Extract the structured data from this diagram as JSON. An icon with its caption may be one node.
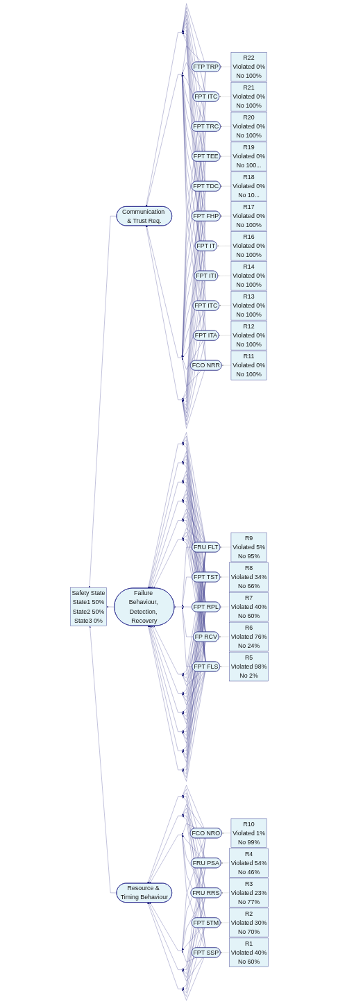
{
  "diagram": {
    "nodes": [
      {
        "text": [
          "Safety State",
          "State1 50%",
          "State2 50%",
          "State3 0%"
        ]
      },
      {
        "text": [
          "Communication & Trust Req."
        ]
      },
      {
        "text": [
          "Failure Behaviour, Detection, Recovery"
        ]
      },
      {
        "text": [
          "Resource & Timing Behaviour"
        ]
      },
      {
        "text": [],
        "shape": "circle"
      },
      {
        "text": [],
        "shape": "circle"
      },
      {
        "text": [],
        "shape": "circle"
      },
      {
        "text": [],
        "shape": "circle"
      },
      {
        "text": [],
        "shape": "circle"
      },
      {
        "text": [],
        "shape": "circle"
      },
      {
        "text": [],
        "shape": "circle"
      },
      {
        "text": [],
        "shape": "circle"
      },
      {
        "text": [],
        "shape": "circle"
      },
      {
        "text": [],
        "shape": "circle"
      },
      {
        "text": [],
        "shape": "circle"
      },
      {
        "text": [],
        "shape": "circle"
      },
      {
        "text": [],
        "shape": "circle"
      },
      {
        "text": [],
        "shape": "circle"
      },
      {
        "text": [],
        "shape": "circle"
      },
      {
        "text": [],
        "shape": "circle"
      },
      {
        "text": [],
        "shape": "circle"
      },
      {
        "text": [],
        "shape": "circle"
      },
      {
        "text": [],
        "shape": "circle"
      },
      {
        "text": [],
        "shape": "circle"
      },
      {
        "text": [],
        "shape": "circle"
      },
      {
        "text": [],
        "shape": "circle"
      },
      {
        "text": [],
        "shape": "circle"
      },
      {
        "text": [
          "FTP TRP"
        ]
      },
      {
        "text": [
          "FPT ITC"
        ]
      },
      {
        "text": [
          "FPT TRC"
        ]
      },
      {
        "text": [
          "FPT TEE"
        ]
      },
      {
        "text": [
          "FPT TDC"
        ]
      },
      {
        "text": [
          "FPT FHP"
        ]
      },
      {
        "text": [
          "FPT IT"
        ]
      },
      {
        "text": [
          "FPT ITI"
        ]
      },
      {
        "text": [
          "FPT ITC"
        ]
      },
      {
        "text": [
          "FPT ITA"
        ]
      },
      {
        "text": [
          "FCO NRR"
        ]
      },
      {
        "text": [
          "FCO NRO"
        ]
      },
      {
        "text": [
          "FRU FLT"
        ]
      },
      {
        "text": [
          "FPT TST"
        ]
      },
      {
        "text": [
          "FPT RPL"
        ]
      },
      {
        "text": [
          "FP RCV"
        ]
      },
      {
        "text": [
          "FPT FLS"
        ]
      },
      {
        "text": [
          "FRU PSA"
        ]
      },
      {
        "text": [
          "FRU RRS"
        ]
      },
      {
        "text": [
          "FPT 5TM"
        ]
      },
      {
        "text": [
          "FPT SSP"
        ]
      },
      {
        "text": [
          "R22",
          "Violated 0%",
          "No 100%"
        ]
      },
      {
        "text": [
          "R21",
          "Violated 0%",
          "No 100%"
        ]
      },
      {
        "text": [
          "R20",
          "Violated 0%",
          "No 100%"
        ]
      },
      {
        "text": [
          "R19",
          "Violated 0%",
          "No 100..."
        ]
      },
      {
        "text": [
          "R18",
          "Violated 0%",
          "No 10..."
        ]
      },
      {
        "text": [
          "R17",
          "Violated 0%",
          "No 100%"
        ]
      },
      {
        "text": [
          "R16",
          "Violated 0%",
          "No 100%"
        ]
      },
      {
        "text": [
          "R14",
          "Violated 0%",
          "No 100%"
        ]
      },
      {
        "text": [
          "R13",
          "Violated 0%",
          "No 100%"
        ]
      },
      {
        "text": [
          "R12",
          "Violated 0%",
          "No 100%"
        ]
      },
      {
        "text": [
          "R11",
          "Violated 0%",
          "No 100%"
        ]
      },
      {
        "text": [
          "R10",
          "Violated 1%",
          "No 99%"
        ]
      },
      {
        "text": [
          "R9",
          "Violated 5%",
          "No 95%"
        ]
      },
      {
        "text": [
          "R8",
          "Violated 34%",
          "No 66%"
        ]
      },
      {
        "text": [
          "R7",
          "Violated 40%",
          "No 60%"
        ]
      },
      {
        "text": [
          "R6",
          "Violated 76%",
          "No 24%"
        ]
      },
      {
        "text": [
          "R5",
          "Violated 98%",
          "No 2%"
        ]
      },
      {
        "text": [
          "R4",
          "Violated 54%",
          "No 46%"
        ]
      },
      {
        "text": [
          "R3",
          "Violated 23%",
          "No 77%"
        ]
      },
      {
        "text": [
          "R2",
          "Violated 30%",
          "No 70%"
        ]
      },
      {
        "text": [
          "R1",
          "Violated 40%",
          "No 60%"
        ]
      }
    ],
    "edges": [
      {
        "from": 1,
        "to": 0,
        "arrow": "to"
      },
      {
        "from": 2,
        "to": 0,
        "arrow": "to"
      },
      {
        "from": 3,
        "to": 0,
        "arrow": "to"
      },
      {
        "from": 4,
        "to": 1,
        "arrow": "to"
      },
      {
        "from": 5,
        "to": 1,
        "arrow": "to"
      },
      {
        "from": 6,
        "to": 1,
        "arrow": "to"
      },
      {
        "from": 7,
        "to": 1,
        "arrow": "to"
      },
      {
        "from": 8,
        "to": 2,
        "arrow": "to"
      },
      {
        "from": 9,
        "to": 2,
        "arrow": "to"
      },
      {
        "from": 10,
        "to": 2,
        "arrow": "to"
      },
      {
        "from": 11,
        "to": 2,
        "arrow": "to"
      },
      {
        "from": 12,
        "to": 2,
        "arrow": "to"
      },
      {
        "from": 13,
        "to": 2,
        "arrow": "to"
      },
      {
        "from": 14,
        "to": 2,
        "arrow": "to"
      },
      {
        "from": 15,
        "to": 2,
        "arrow": "to"
      },
      {
        "from": 16,
        "to": 2,
        "arrow": "to"
      },
      {
        "from": 17,
        "to": 2,
        "arrow": "to"
      },
      {
        "from": 18,
        "to": 2,
        "arrow": "to"
      },
      {
        "from": 19,
        "to": 2,
        "arrow": "to"
      },
      {
        "from": 20,
        "to": 2,
        "arrow": "to"
      },
      {
        "from": 21,
        "to": 3,
        "arrow": "to"
      },
      {
        "from": 22,
        "to": 3,
        "arrow": "to"
      },
      {
        "from": 23,
        "to": 3,
        "arrow": "to"
      },
      {
        "from": 24,
        "to": 3,
        "arrow": "to"
      },
      {
        "from": 25,
        "to": 3,
        "arrow": "to"
      },
      {
        "from": 26,
        "to": 3,
        "arrow": "to"
      },
      {
        "from": 27,
        "to": 4,
        "arrow": "to"
      },
      {
        "from": 27,
        "to": 5,
        "arrow": "to"
      },
      {
        "from": 27,
        "to": 6,
        "arrow": "to"
      },
      {
        "from": 27,
        "to": 7,
        "arrow": "to"
      },
      {
        "from": 28,
        "to": 4,
        "arrow": "to"
      },
      {
        "from": 28,
        "to": 5,
        "arrow": "to"
      },
      {
        "from": 28,
        "to": 6,
        "arrow": "to"
      },
      {
        "from": 28,
        "to": 7,
        "arrow": "to"
      },
      {
        "from": 29,
        "to": 4,
        "arrow": "to"
      },
      {
        "from": 29,
        "to": 5,
        "arrow": "to"
      },
      {
        "from": 29,
        "to": 6,
        "arrow": "to"
      },
      {
        "from": 29,
        "to": 7,
        "arrow": "to"
      },
      {
        "from": 30,
        "to": 4,
        "arrow": "to"
      },
      {
        "from": 30,
        "to": 5,
        "arrow": "to"
      },
      {
        "from": 30,
        "to": 6,
        "arrow": "to"
      },
      {
        "from": 30,
        "to": 7,
        "arrow": "to"
      },
      {
        "from": 31,
        "to": 4,
        "arrow": "to"
      },
      {
        "from": 31,
        "to": 5,
        "arrow": "to"
      },
      {
        "from": 31,
        "to": 6,
        "arrow": "to"
      },
      {
        "from": 31,
        "to": 7,
        "arrow": "to"
      },
      {
        "from": 32,
        "to": 4,
        "arrow": "to"
      },
      {
        "from": 32,
        "to": 5,
        "arrow": "to"
      },
      {
        "from": 32,
        "to": 6,
        "arrow": "to"
      },
      {
        "from": 32,
        "to": 7,
        "arrow": "to"
      },
      {
        "from": 33,
        "to": 4,
        "arrow": "to"
      },
      {
        "from": 33,
        "to": 5,
        "arrow": "to"
      },
      {
        "from": 33,
        "to": 6,
        "arrow": "to"
      },
      {
        "from": 33,
        "to": 7,
        "arrow": "to"
      },
      {
        "from": 34,
        "to": 4,
        "arrow": "to"
      },
      {
        "from": 34,
        "to": 5,
        "arrow": "to"
      },
      {
        "from": 34,
        "to": 6,
        "arrow": "to"
      },
      {
        "from": 34,
        "to": 7,
        "arrow": "to"
      },
      {
        "from": 35,
        "to": 4,
        "arrow": "to"
      },
      {
        "from": 35,
        "to": 5,
        "arrow": "to"
      },
      {
        "from": 35,
        "to": 6,
        "arrow": "to"
      },
      {
        "from": 35,
        "to": 7,
        "arrow": "to"
      },
      {
        "from": 36,
        "to": 4,
        "arrow": "to"
      },
      {
        "from": 36,
        "to": 5,
        "arrow": "to"
      },
      {
        "from": 36,
        "to": 6,
        "arrow": "to"
      },
      {
        "from": 36,
        "to": 7,
        "arrow": "to"
      },
      {
        "from": 37,
        "to": 4,
        "arrow": "to"
      },
      {
        "from": 37,
        "to": 5,
        "arrow": "to"
      },
      {
        "from": 37,
        "to": 6,
        "arrow": "to"
      },
      {
        "from": 37,
        "to": 7,
        "arrow": "to"
      },
      {
        "from": 39,
        "to": 8,
        "arrow": "to"
      },
      {
        "from": 39,
        "to": 9,
        "arrow": "to"
      },
      {
        "from": 39,
        "to": 10,
        "arrow": "to"
      },
      {
        "from": 39,
        "to": 11,
        "arrow": "to"
      },
      {
        "from": 39,
        "to": 12,
        "arrow": "to"
      },
      {
        "from": 39,
        "to": 13,
        "arrow": "to"
      },
      {
        "from": 39,
        "to": 14,
        "arrow": "to"
      },
      {
        "from": 39,
        "to": 15,
        "arrow": "to"
      },
      {
        "from": 39,
        "to": 16,
        "arrow": "to"
      },
      {
        "from": 39,
        "to": 17,
        "arrow": "to"
      },
      {
        "from": 39,
        "to": 18,
        "arrow": "to"
      },
      {
        "from": 39,
        "to": 19,
        "arrow": "to"
      },
      {
        "from": 39,
        "to": 20,
        "arrow": "to"
      },
      {
        "from": 40,
        "to": 8,
        "arrow": "to"
      },
      {
        "from": 40,
        "to": 9,
        "arrow": "to"
      },
      {
        "from": 40,
        "to": 10,
        "arrow": "to"
      },
      {
        "from": 40,
        "to": 11,
        "arrow": "to"
      },
      {
        "from": 40,
        "to": 12,
        "arrow": "to"
      },
      {
        "from": 40,
        "to": 13,
        "arrow": "to"
      },
      {
        "from": 40,
        "to": 14,
        "arrow": "to"
      },
      {
        "from": 40,
        "to": 15,
        "arrow": "to"
      },
      {
        "from": 40,
        "to": 16,
        "arrow": "to"
      },
      {
        "from": 40,
        "to": 17,
        "arrow": "to"
      },
      {
        "from": 40,
        "to": 18,
        "arrow": "to"
      },
      {
        "from": 40,
        "to": 19,
        "arrow": "to"
      },
      {
        "from": 40,
        "to": 20,
        "arrow": "to"
      },
      {
        "from": 41,
        "to": 8,
        "arrow": "to"
      },
      {
        "from": 41,
        "to": 9,
        "arrow": "to"
      },
      {
        "from": 41,
        "to": 10,
        "arrow": "to"
      },
      {
        "from": 41,
        "to": 11,
        "arrow": "to"
      },
      {
        "from": 41,
        "to": 12,
        "arrow": "to"
      },
      {
        "from": 41,
        "to": 13,
        "arrow": "to"
      },
      {
        "from": 41,
        "to": 14,
        "arrow": "to"
      },
      {
        "from": 41,
        "to": 15,
        "arrow": "to"
      },
      {
        "from": 41,
        "to": 16,
        "arrow": "to"
      },
      {
        "from": 41,
        "to": 17,
        "arrow": "to"
      },
      {
        "from": 41,
        "to": 18,
        "arrow": "to"
      },
      {
        "from": 41,
        "to": 19,
        "arrow": "to"
      },
      {
        "from": 41,
        "to": 20,
        "arrow": "to"
      },
      {
        "from": 42,
        "to": 8,
        "arrow": "to"
      },
      {
        "from": 42,
        "to": 9,
        "arrow": "to"
      },
      {
        "from": 42,
        "to": 10,
        "arrow": "to"
      },
      {
        "from": 42,
        "to": 11,
        "arrow": "to"
      },
      {
        "from": 42,
        "to": 12,
        "arrow": "to"
      },
      {
        "from": 42,
        "to": 13,
        "arrow": "to"
      },
      {
        "from": 42,
        "to": 14,
        "arrow": "to"
      },
      {
        "from": 42,
        "to": 15,
        "arrow": "to"
      },
      {
        "from": 42,
        "to": 16,
        "arrow": "to"
      },
      {
        "from": 42,
        "to": 17,
        "arrow": "to"
      },
      {
        "from": 42,
        "to": 18,
        "arrow": "to"
      },
      {
        "from": 42,
        "to": 19,
        "arrow": "to"
      },
      {
        "from": 42,
        "to": 20,
        "arrow": "to"
      },
      {
        "from": 43,
        "to": 8,
        "arrow": "to"
      },
      {
        "from": 43,
        "to": 9,
        "arrow": "to"
      },
      {
        "from": 43,
        "to": 10,
        "arrow": "to"
      },
      {
        "from": 43,
        "to": 11,
        "arrow": "to"
      },
      {
        "from": 43,
        "to": 12,
        "arrow": "to"
      },
      {
        "from": 43,
        "to": 13,
        "arrow": "to"
      },
      {
        "from": 43,
        "to": 14,
        "arrow": "to"
      },
      {
        "from": 43,
        "to": 15,
        "arrow": "to"
      },
      {
        "from": 43,
        "to": 16,
        "arrow": "to"
      },
      {
        "from": 43,
        "to": 17,
        "arrow": "to"
      },
      {
        "from": 43,
        "to": 18,
        "arrow": "to"
      },
      {
        "from": 43,
        "to": 19,
        "arrow": "to"
      },
      {
        "from": 43,
        "to": 20,
        "arrow": "to"
      },
      {
        "from": 38,
        "to": 21,
        "arrow": "to"
      },
      {
        "from": 38,
        "to": 22,
        "arrow": "to"
      },
      {
        "from": 38,
        "to": 23,
        "arrow": "to"
      },
      {
        "from": 38,
        "to": 24,
        "arrow": "to"
      },
      {
        "from": 38,
        "to": 25,
        "arrow": "to"
      },
      {
        "from": 38,
        "to": 26,
        "arrow": "to"
      },
      {
        "from": 44,
        "to": 21,
        "arrow": "to"
      },
      {
        "from": 44,
        "to": 22,
        "arrow": "to"
      },
      {
        "from": 44,
        "to": 23,
        "arrow": "to"
      },
      {
        "from": 44,
        "to": 24,
        "arrow": "to"
      },
      {
        "from": 44,
        "to": 25,
        "arrow": "to"
      },
      {
        "from": 44,
        "to": 26,
        "arrow": "to"
      },
      {
        "from": 45,
        "to": 21,
        "arrow": "to"
      },
      {
        "from": 45,
        "to": 22,
        "arrow": "to"
      },
      {
        "from": 45,
        "to": 23,
        "arrow": "to"
      },
      {
        "from": 45,
        "to": 24,
        "arrow": "to"
      },
      {
        "from": 45,
        "to": 25,
        "arrow": "to"
      },
      {
        "from": 45,
        "to": 26,
        "arrow": "to"
      },
      {
        "from": 46,
        "to": 21,
        "arrow": "to"
      },
      {
        "from": 46,
        "to": 22,
        "arrow": "to"
      },
      {
        "from": 46,
        "to": 23,
        "arrow": "to"
      },
      {
        "from": 46,
        "to": 24,
        "arrow": "to"
      },
      {
        "from": 46,
        "to": 25,
        "arrow": "to"
      },
      {
        "from": 46,
        "to": 26,
        "arrow": "to"
      },
      {
        "from": 47,
        "to": 21,
        "arrow": "to"
      },
      {
        "from": 47,
        "to": 22,
        "arrow": "to"
      },
      {
        "from": 47,
        "to": 23,
        "arrow": "to"
      },
      {
        "from": 47,
        "to": 24,
        "arrow": "to"
      },
      {
        "from": 47,
        "to": 25,
        "arrow": "to"
      },
      {
        "from": 47,
        "to": 26,
        "arrow": "to"
      },
      {
        "from": 48,
        "to": 27,
        "arrow": "to",
        "color": "#a0a0a0"
      },
      {
        "from": 49,
        "to": 28,
        "arrow": "to",
        "color": "#a0a0a0"
      },
      {
        "from": 50,
        "to": 29,
        "arrow": "to",
        "color": "#a0a0a0"
      },
      {
        "from": 51,
        "to": 30,
        "arrow": "to",
        "color": "#a0a0a0"
      },
      {
        "from": 52,
        "to": 31,
        "arrow": "to",
        "color": "#a0a0a0"
      },
      {
        "from": 53,
        "to": 32,
        "arrow": "to",
        "color": "#a0a0a0"
      },
      {
        "from": 54,
        "to": 33,
        "arrow": "to",
        "color": "#a0a0a0"
      },
      {
        "from": 55,
        "to": 34,
        "arrow": "to",
        "color": "#a0a0a0"
      },
      {
        "from": 56,
        "to": 35,
        "arrow": "to",
        "color": "#a0a0a0"
      },
      {
        "from": 57,
        "to": 36,
        "arrow": "to",
        "color": "#a0a0a0"
      },
      {
        "from": 58,
        "to": 37,
        "arrow": "to",
        "color": "#a0a0a0"
      },
      {
        "from": 59,
        "to": 38,
        "arrow": "to",
        "color": "#a0a0a0"
      },
      {
        "from": 60,
        "to": 39,
        "arrow": "to",
        "color": "#a0a0a0"
      },
      {
        "from": 61,
        "to": 40,
        "arrow": "to",
        "color": "#a0a0a0"
      },
      {
        "from": 62,
        "to": 41,
        "arrow": "to",
        "color": "#a0a0a0"
      },
      {
        "from": 63,
        "to": 42,
        "arrow": "to",
        "color": "#a0a0a0"
      },
      {
        "from": 64,
        "to": 43,
        "arrow": "to",
        "color": "#a0a0a0"
      },
      {
        "from": 65,
        "to": 44,
        "arrow": "to",
        "color": "#a0a0a0"
      },
      {
        "from": 66,
        "to": 45,
        "arrow": "to",
        "color": "#a0a0a0"
      },
      {
        "from": 67,
        "to": 46,
        "arrow": "to",
        "color": "#a0a0a0"
      },
      {
        "from": 68,
        "to": 47,
        "arrow": "to",
        "color": "#a0a0a0"
      }
    ]
  }
}
